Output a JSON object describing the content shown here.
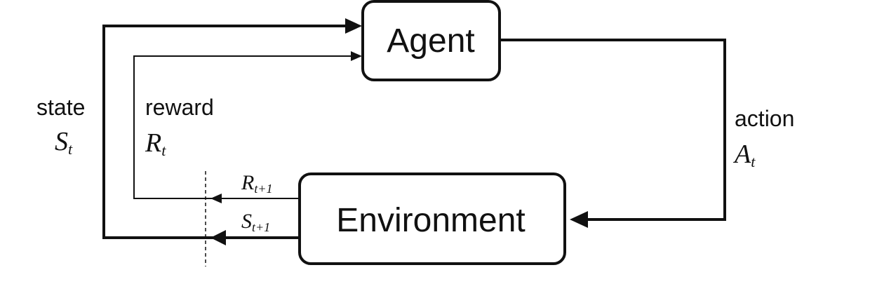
{
  "diagram": {
    "nodes": {
      "agent": "Agent",
      "environment": "Environment"
    },
    "labels": {
      "state": "state",
      "state_symbol": "S",
      "state_sub": "t",
      "reward": "reward",
      "reward_symbol": "R",
      "reward_sub": "t",
      "action": "action",
      "action_symbol": "A",
      "action_sub": "t",
      "next_reward_symbol": "R",
      "next_reward_sub": "t+1",
      "next_state_symbol": "S",
      "next_state_sub": "t+1"
    },
    "colors": {
      "stroke": "#111111",
      "background": "#ffffff"
    }
  }
}
